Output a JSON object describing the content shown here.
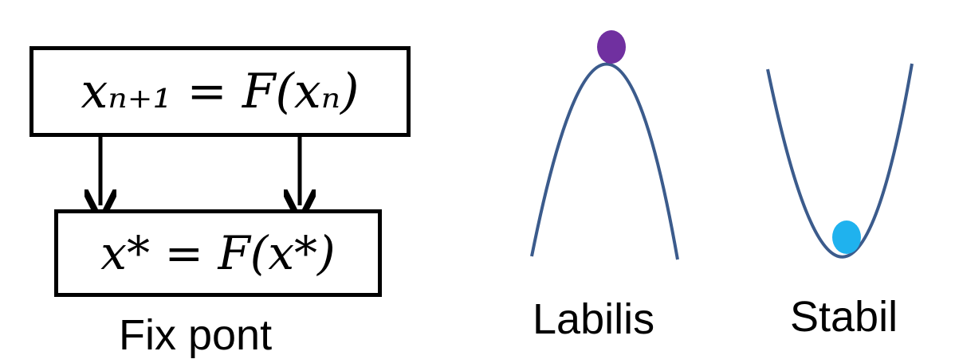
{
  "diagram": {
    "top_equation": "xₙ₊₁ = F(xₙ)",
    "bottom_equation": "x* = F(x*)",
    "fixed_point_label": "Fix pont",
    "unstable_label": "Labilis",
    "stable_label": "Stabil"
  },
  "colors": {
    "curve": "#3b5b8c",
    "unstable_ball": "#7030a0",
    "stable_ball": "#1fb2ee",
    "stroke": "#000000"
  },
  "icons": {
    "unstable": "hill-curve-with-ball",
    "stable": "valley-curve-with-ball"
  }
}
